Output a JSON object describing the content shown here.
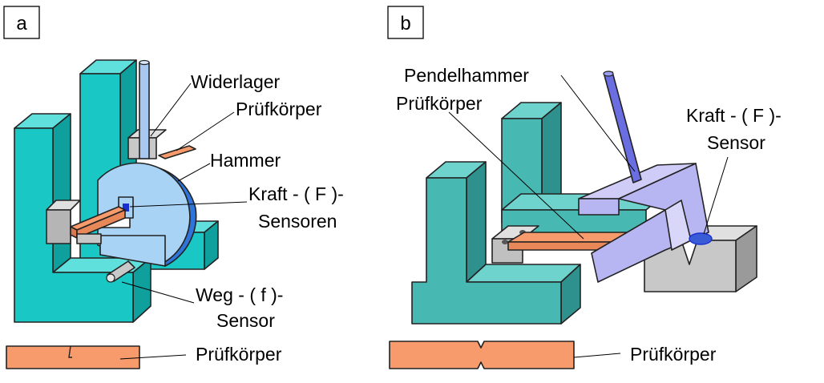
{
  "panels": [
    {
      "id": "a",
      "label": "a",
      "annotations": {
        "widerlager": "Widerlager",
        "pruefkoerper_top": "Prüfkörper",
        "hammer": "Hammer",
        "kraft_line1": "Kraft - ( F )-",
        "kraft_line2": "Sensoren",
        "weg_line1": "Weg - ( f )-",
        "weg_line2": "Sensor",
        "pruefkoerper_bottom": "Prüfkörper"
      }
    },
    {
      "id": "b",
      "label": "b",
      "annotations": {
        "pendelhammer": "Pendelhammer",
        "pruefkoerper_top": "Prüfkörper",
        "kraft_line1": "Kraft - ( F )-",
        "kraft_line2": "Sensor",
        "pruefkoerper_bottom": "Prüfkörper"
      }
    }
  ],
  "colors": {
    "frame_teal": "#19c7c4",
    "frame_teal_dark": "#0f9f9c",
    "frame_teal_b": "#48b8b3",
    "frame_teal_b_dark": "#2f918d",
    "hammer_light": "#a9d3f5",
    "hammer_edge": "#2f74d9",
    "pendulum": "#b7b5f2",
    "rod": "#6a6ee0",
    "specimen": "#f79a6c",
    "specimen_dark": "#d9794c",
    "support_gray": "#c8c8c8",
    "support_gray_dark": "#9a9a9a",
    "sensor_blue": "#1a2fd0"
  }
}
